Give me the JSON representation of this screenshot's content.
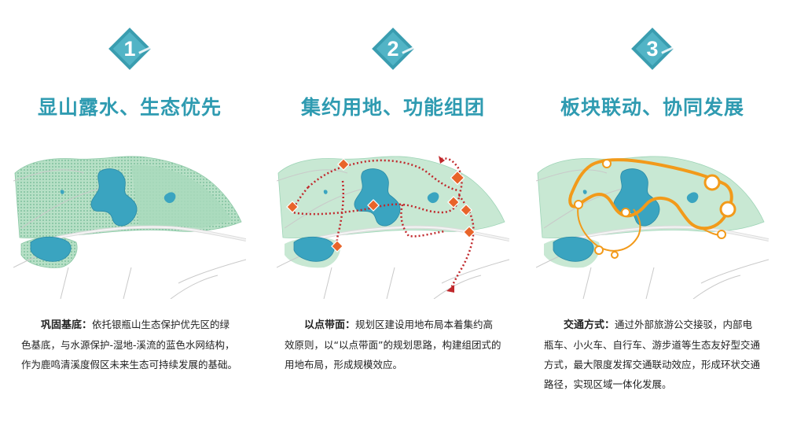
{
  "colors": {
    "accent": "#2f9bb1",
    "lake": "#3aa4c0",
    "green": "#9dd4b6",
    "route": "#c0282c",
    "marker": "#e8642a",
    "loop": "#f29a1a"
  },
  "panels": [
    {
      "number": "1",
      "title": "显山露水、生态优先",
      "desc_label": "巩固基底：",
      "desc_text": "依托银瓶山生态保护优先区的绿色基底，与水源保护-湿地-溪流的蓝色水网结构，作为鹿鸣清溪度假区未来生态可持续发展的基础。"
    },
    {
      "number": "2",
      "title": "集约用地、功能组团",
      "desc_label": "以点带面：",
      "desc_text": "规划区建设用地布局本着集约高效原则，以“以点带面”的规划思路，构建组团式的用地布局，形成规模效应。"
    },
    {
      "number": "3",
      "title": "板块联动、协同发展",
      "desc_label": "交通方式：",
      "desc_text": "通过外部旅游公交接驳，内部电瓶车、小火车、自行车、游步道等生态友好型交通方式，最大限度发挥交通联动效应，形成环状交通路径，实现区域一体化发展。"
    }
  ]
}
